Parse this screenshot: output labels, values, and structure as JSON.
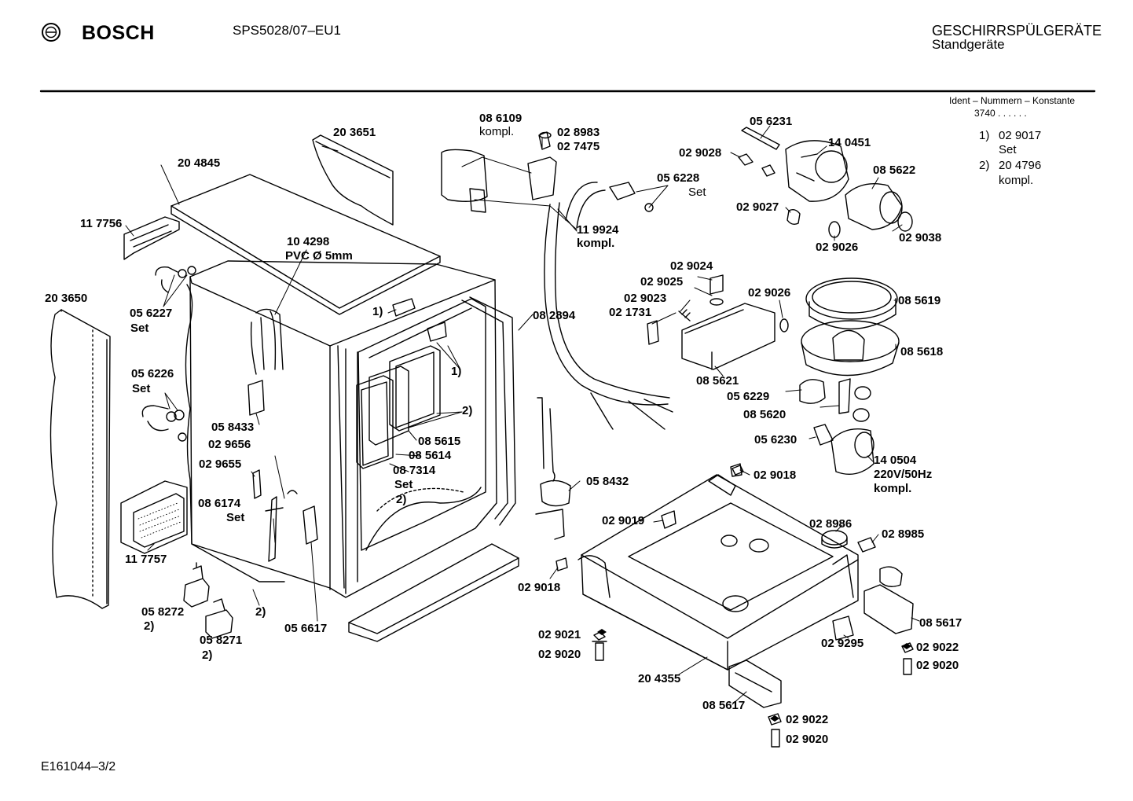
{
  "header": {
    "brand": "BOSCH",
    "model": "SPS5028/07–EU1",
    "category": "GESCHIRRSPÜLGERÄTE",
    "subcategory": "Standgeräte",
    "ident_label": "Ident – Nummern – Konstante",
    "ident_value": "3740 . .   . . . ."
  },
  "notes": [
    {
      "num": "1)",
      "part": "02 9017",
      "desc": "Set"
    },
    {
      "num": "2)",
      "part": "20 4796",
      "desc": "kompl."
    }
  ],
  "footer": {
    "doc_id": "E161044–3/2"
  },
  "labels": {
    "p203651": "20 3651",
    "p204845": "20 4845",
    "p117756": "11 7756",
    "p203650": "20 3650",
    "p104298": "10 4298",
    "pvc": "PVC Ø 5mm",
    "p056227": "05 6227",
    "set_a": "Set",
    "p056226": "05 6226",
    "set_b": "Set",
    "p058433": "05 8433",
    "p029656": "02 9656",
    "p029655": "02 9655",
    "p086174": "08 6174",
    "set_c": "Set",
    "p117757": "11 7757",
    "p058272": "05 8272",
    "n2_a": "2)",
    "p058271": "05 8271",
    "n2_b": "2)",
    "n2_c": "2)",
    "p056617": "05 6617",
    "n1_a": "1)",
    "n1_b": "1)",
    "n2_d": "2)",
    "p085615": "08 5615",
    "p085614": "08 5614",
    "p087314": "08 7314",
    "set_d": "Set",
    "n2_e": "2)",
    "p086109": "08 6109",
    "kompl_a": "kompl.",
    "p028983": "02 8983",
    "p027475": "02 7475",
    "p119924": "11 9924",
    "kompl_b": "kompl.",
    "p082894": "08 2894",
    "p056228": "05 6228",
    "set_e": "Set",
    "p056231": "05 6231",
    "p029028": "02 9028",
    "p140451": "14 0451",
    "p085622": "08 5622",
    "p029027": "02 9027",
    "p029026a": "02 9026",
    "p029038": "02 9038",
    "p029024": "02 9024",
    "p029025": "02 9025",
    "p029023": "02 9023",
    "p021731": "02 1731",
    "p029026b": "02 9026",
    "p085619": "08 5619",
    "p085618": "08 5618",
    "p085621": "08 5621",
    "p056229": "05 6229",
    "p085620": "08 5620",
    "p056230": "05 6230",
    "p140504": "14 0504",
    "volt": "220V/50Hz",
    "kompl_c": "kompl.",
    "p058432": "05 8432",
    "p029018a": "02 9018",
    "p029019": "02 9019",
    "p028986": "02 8986",
    "p028985": "02 8985",
    "p029018b": "02 9018",
    "p085617a": "08 5617",
    "p029021": "02 9021",
    "p029020a": "02 9020",
    "p029295": "02 9295",
    "p029022a": "02 9022",
    "p029020b": "02 9020",
    "p204355": "20 4355",
    "p085617b": "08 5617",
    "p029022b": "02 9022",
    "p029020c": "02 9020"
  }
}
